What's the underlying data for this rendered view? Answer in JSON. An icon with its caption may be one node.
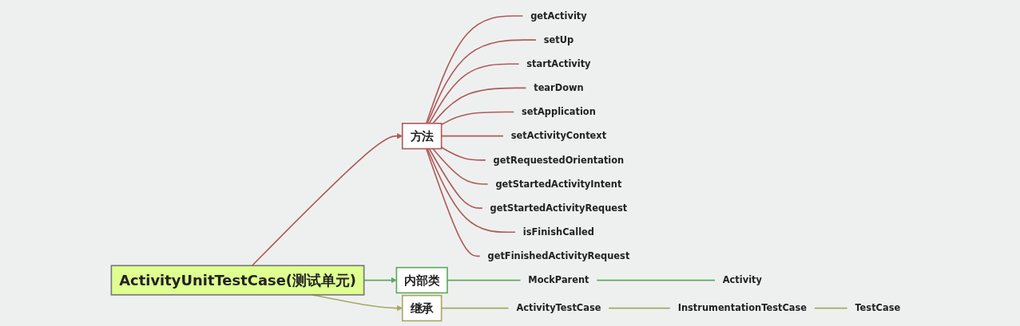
{
  "diagram": {
    "nodes": [
      {
        "text": [
          "ActivityUnitTestCase(测试单元)"
        ]
      },
      {
        "text": [
          "方法"
        ]
      },
      {
        "text": [
          "getActivity"
        ]
      },
      {
        "text": [
          "setUp"
        ]
      },
      {
        "text": [
          "startActivity"
        ]
      },
      {
        "text": [
          "tearDown"
        ]
      },
      {
        "text": [
          "setApplication"
        ]
      },
      {
        "text": [
          "setActivityContext"
        ]
      },
      {
        "text": [
          "getRequestedOrientation"
        ]
      },
      {
        "text": [
          "getStartedActivityIntent"
        ]
      },
      {
        "text": [
          "getStartedActivityRequest"
        ]
      },
      {
        "text": [
          "isFinishCalled"
        ]
      },
      {
        "text": [
          "getFinishedActivityRequest"
        ]
      },
      {
        "text": [
          "内部类"
        ]
      },
      {
        "text": [
          "MockParent"
        ]
      },
      {
        "text": [
          "Activity"
        ]
      },
      {
        "text": [
          "继承"
        ]
      },
      {
        "text": [
          "ActivityTestCase"
        ]
      },
      {
        "text": [
          "InstrumentationTestCase"
        ]
      },
      {
        "text": [
          "TestCase"
        ]
      }
    ],
    "edges": [
      {
        "from": 0,
        "to": 1,
        "arrow": "to"
      },
      {
        "from": 1,
        "to": 2,
        "arrow": "none"
      },
      {
        "from": 1,
        "to": 3,
        "arrow": "none"
      },
      {
        "from": 1,
        "to": 4,
        "arrow": "none"
      },
      {
        "from": 1,
        "to": 5,
        "arrow": "none"
      },
      {
        "from": 1,
        "to": 6,
        "arrow": "none"
      },
      {
        "from": 1,
        "to": 7,
        "arrow": "none"
      },
      {
        "from": 1,
        "to": 8,
        "arrow": "none"
      },
      {
        "from": 1,
        "to": 9,
        "arrow": "none"
      },
      {
        "from": 1,
        "to": 10,
        "arrow": "none"
      },
      {
        "from": 1,
        "to": 11,
        "arrow": "none"
      },
      {
        "from": 1,
        "to": 12,
        "arrow": "none"
      },
      {
        "from": 0,
        "to": 13,
        "arrow": "to",
        "color": "#5aaa5a"
      },
      {
        "from": 13,
        "to": 14,
        "arrow": "none",
        "color": "#5aaa5a"
      },
      {
        "from": 14,
        "to": 15,
        "arrow": "none",
        "color": "#5aaa5a"
      },
      {
        "from": 0,
        "to": 16,
        "arrow": "to",
        "color": "#a8a860"
      },
      {
        "from": 16,
        "to": 17,
        "arrow": "none",
        "color": "#a8a860"
      },
      {
        "from": 17,
        "to": 18,
        "arrow": "none",
        "color": "#a8a860"
      },
      {
        "from": 18,
        "to": 19,
        "arrow": "none",
        "color": "#a8a860"
      }
    ]
  }
}
